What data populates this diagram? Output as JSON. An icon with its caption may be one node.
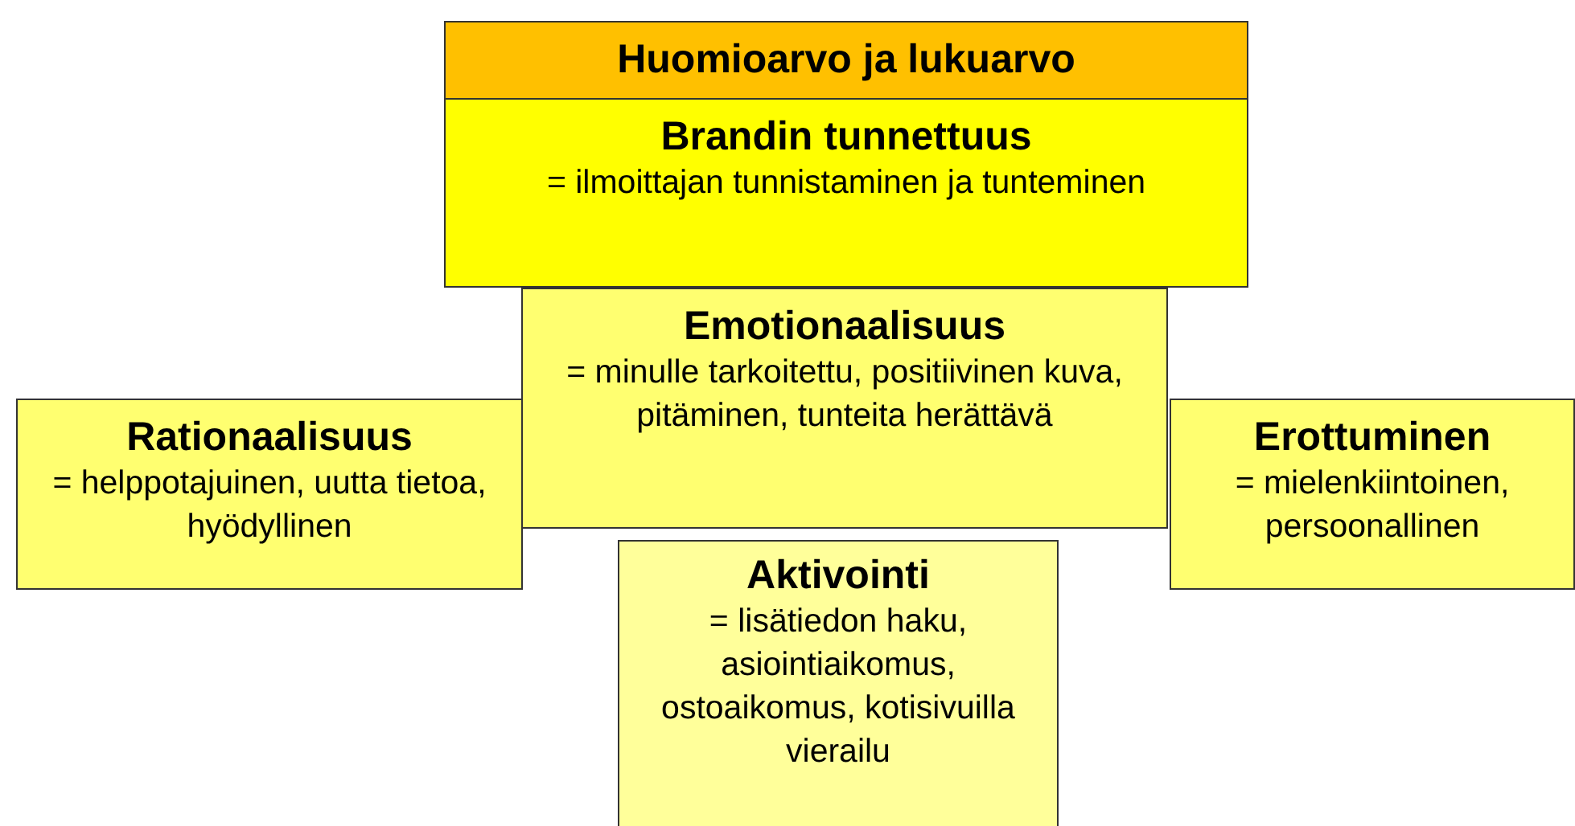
{
  "diagram": {
    "nodes": [
      {
        "text": [
          "Huomioarvo ja lukuarvo"
        ]
      },
      {
        "text": [
          "Brandin tunnettuus",
          "= ilmoittajan tunnistaminen ja tunteminen"
        ]
      },
      {
        "text": [
          "Emotionaalisuus",
          "= minulle tarkoitettu, positiivinen kuva, pitäminen, tunteita herättävä"
        ]
      },
      {
        "text": [
          "Rationaalisuus",
          "= helppotajuinen, uutta tietoa, hyödyllinen"
        ]
      },
      {
        "text": [
          "Erottuminen",
          "= mielenkiintoinen, persoonallinen"
        ]
      },
      {
        "text": [
          "Aktivointi",
          "= lisätiedon haku, asiointiaikomus, ostoaikomus, kotisivuilla vierailu"
        ]
      }
    ]
  }
}
